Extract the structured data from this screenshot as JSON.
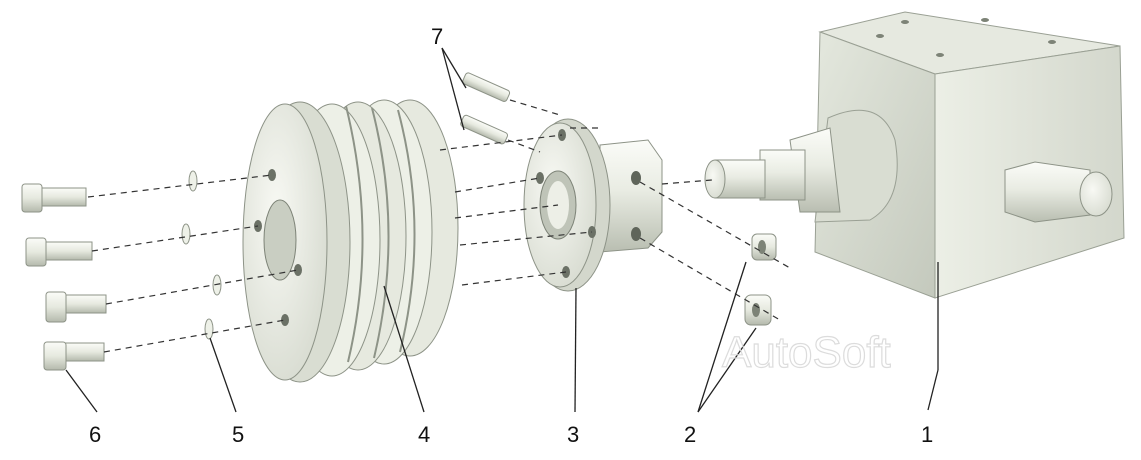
{
  "diagram": {
    "watermark": "AutoSoft",
    "callouts": [
      "1",
      "2",
      "3",
      "4",
      "5",
      "6",
      "7"
    ]
  },
  "colors": {
    "part_fill": "#f2f4ec",
    "part_shade": "#cdd2c6",
    "part_dark": "#9aa094",
    "outline": "#6e7468",
    "leader": "#222222",
    "dash": "#333333"
  }
}
